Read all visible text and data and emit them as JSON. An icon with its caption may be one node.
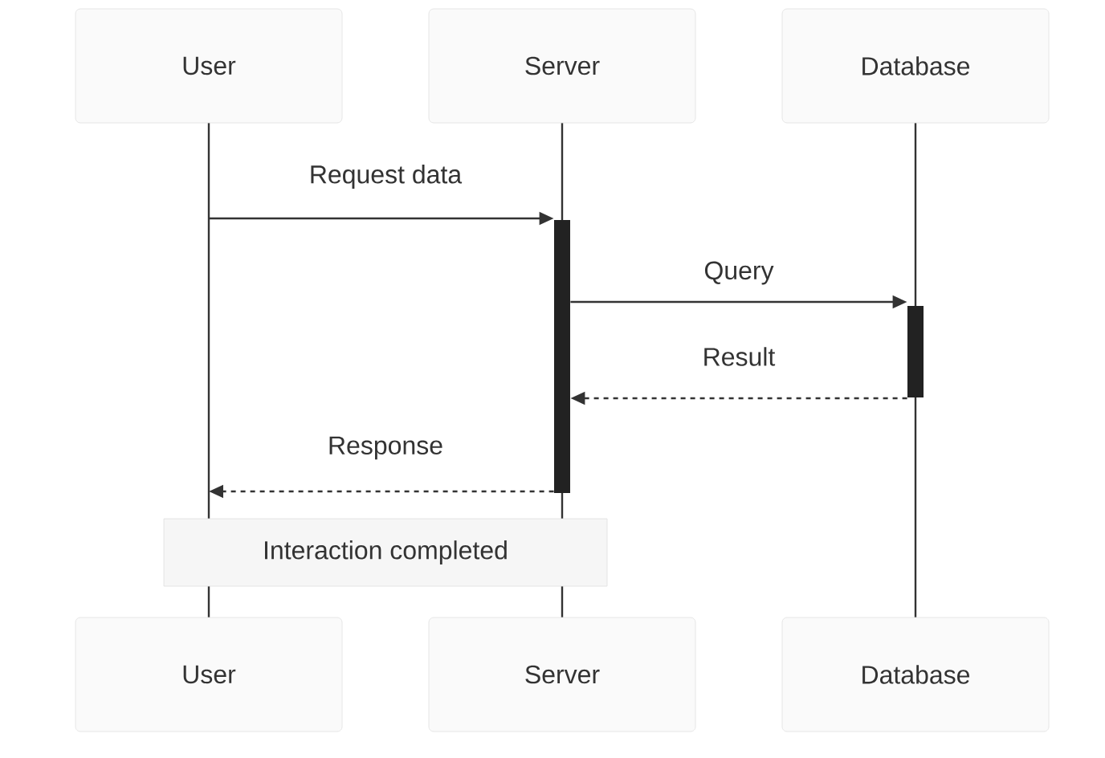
{
  "diagram": {
    "nodes": [
      {
        "text": [
          "User"
        ]
      },
      {
        "text": [
          "Server"
        ]
      },
      {
        "text": [
          "Database"
        ]
      },
      {
        "text": [],
        "shape": "bar"
      },
      {
        "text": [],
        "shape": "bar"
      },
      {
        "text": [
          "Interaction completed"
        ]
      },
      {
        "text": [
          "User"
        ]
      },
      {
        "text": [
          "Server"
        ]
      },
      {
        "text": [
          "Database"
        ]
      }
    ],
    "edges": [
      {
        "from": 0,
        "to": 5,
        "arrow": "none"
      },
      {
        "from": 5,
        "to": 6,
        "arrow": "none"
      },
      {
        "from": 1,
        "to": 3,
        "arrow": "none"
      },
      {
        "from": 3,
        "to": 5,
        "arrow": "none"
      },
      {
        "from": 5,
        "to": 7,
        "arrow": "none"
      },
      {
        "from": 2,
        "to": 4,
        "arrow": "none"
      },
      {
        "from": 4,
        "to": 8,
        "arrow": "none"
      },
      {
        "from": null,
        "to": 3,
        "arrow": "to",
        "label": "Request data"
      },
      {
        "from": 3,
        "to": 4,
        "arrow": "to",
        "label": "Query"
      },
      {
        "from": 4,
        "to": 3,
        "arrow": "to",
        "label": "Result",
        "style": "dashed"
      },
      {
        "from": 3,
        "to": null,
        "arrow": "to",
        "label": "Response",
        "style": "dashed"
      }
    ]
  }
}
